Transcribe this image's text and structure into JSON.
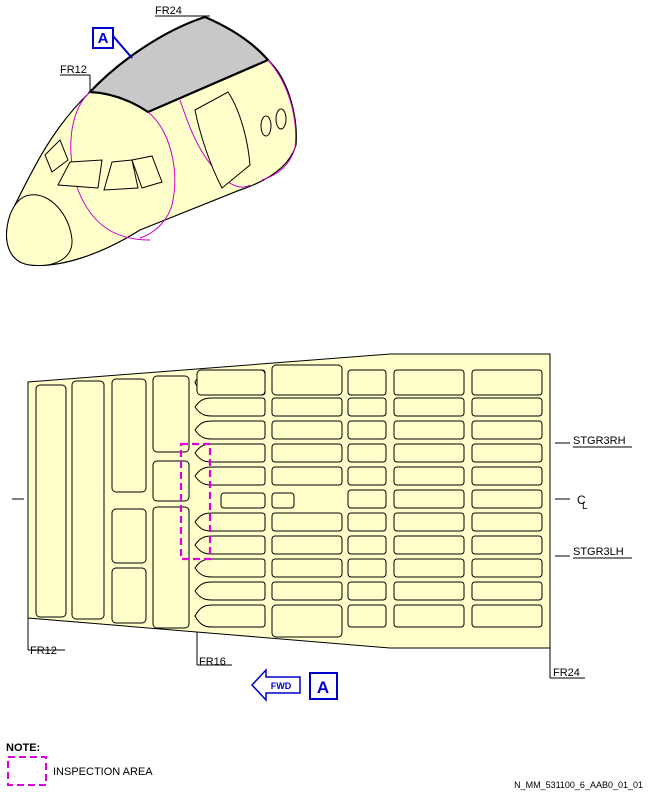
{
  "labels": {
    "fr24_top": "FR24",
    "fr12_top": "FR12",
    "view_a_top": "A",
    "stgr3rh": "STGR3RH",
    "centerline": "C",
    "centerline_sub": "L",
    "stgr3lh": "STGR3LH",
    "fr12_bottom": "FR12",
    "fr16_bottom": "FR16",
    "fr24_bottom": "FR24",
    "fwd": "FWD",
    "view_a_bottom": "A"
  },
  "legend": {
    "note_title": "NOTE:",
    "inspection_area": "INSPECTION AREA"
  },
  "reference_code": "N_MM_531100_6_AAB0_01_01",
  "colors": {
    "skin": "#ffffcc",
    "highlight": "#c8c8c8",
    "frame_line": "#cc00cc",
    "inspection_box": "#dd00dd",
    "view_callout": "#0000cc"
  }
}
